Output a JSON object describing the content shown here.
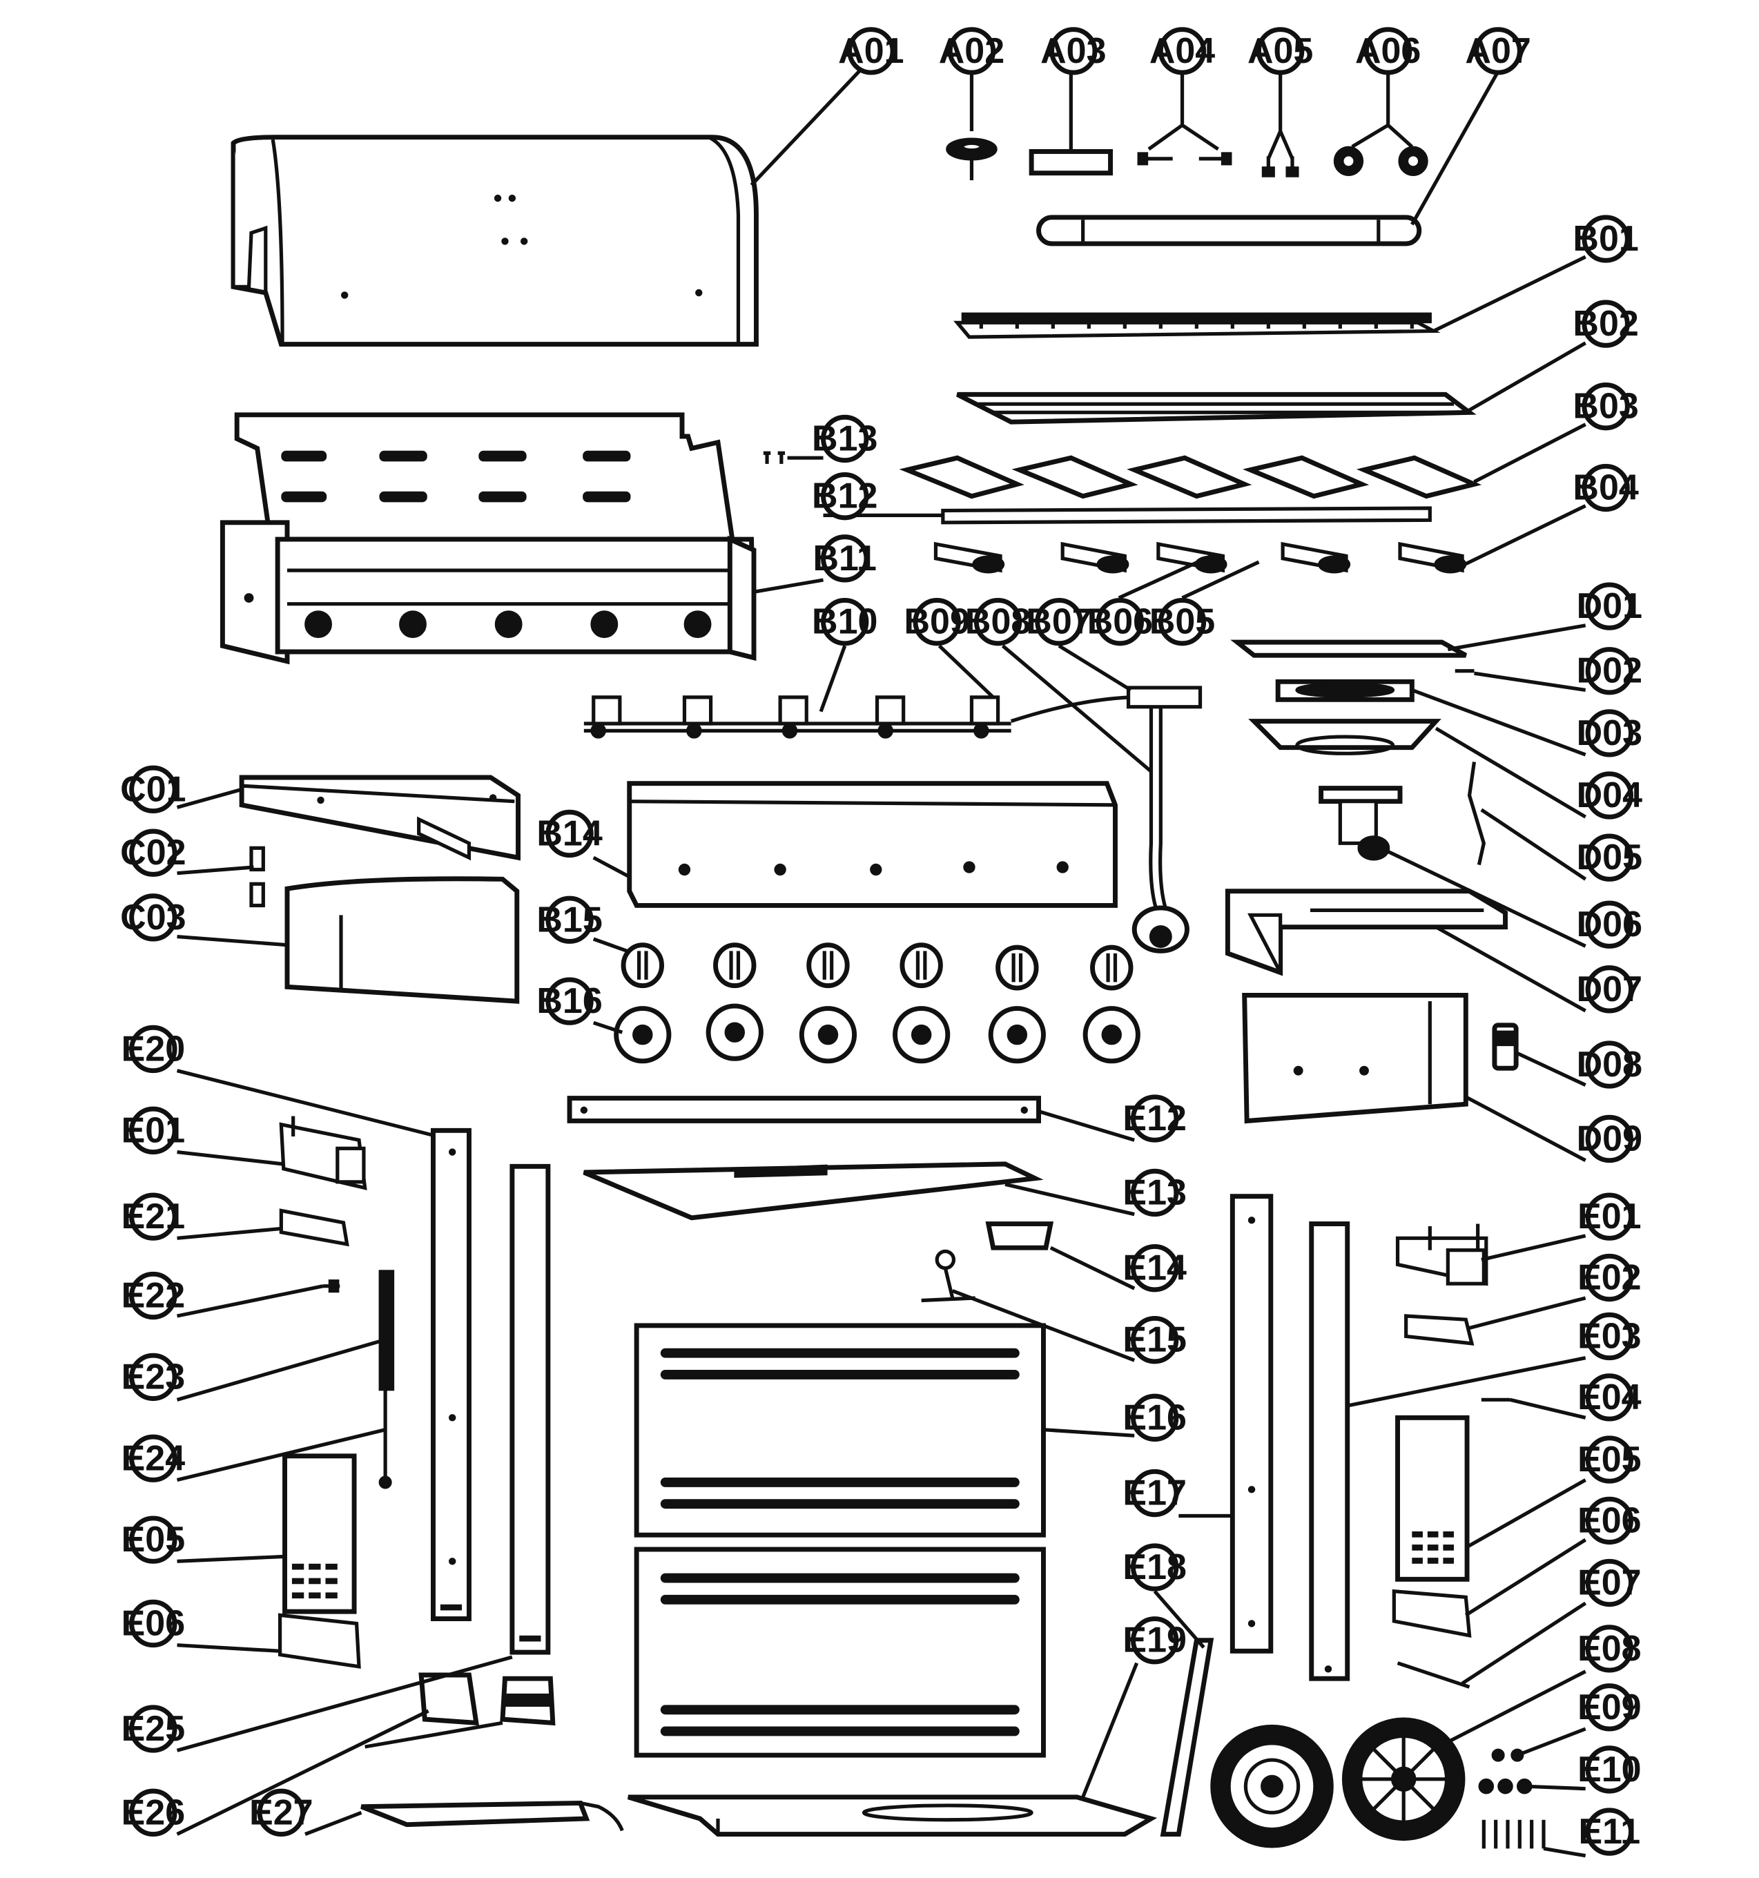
{
  "callouts": [
    {
      "id": "A01",
      "label": "A01"
    },
    {
      "id": "A02",
      "label": "A02"
    },
    {
      "id": "A03",
      "label": "A03"
    },
    {
      "id": "A04",
      "label": "A04"
    },
    {
      "id": "A05",
      "label": "A05"
    },
    {
      "id": "A06",
      "label": "A06"
    },
    {
      "id": "A07",
      "label": "A07"
    },
    {
      "id": "B01",
      "label": "B01"
    },
    {
      "id": "B02",
      "label": "B02"
    },
    {
      "id": "B03",
      "label": "B03"
    },
    {
      "id": "B04",
      "label": "B04"
    },
    {
      "id": "B05",
      "label": "B05"
    },
    {
      "id": "B06",
      "label": "B06"
    },
    {
      "id": "B07",
      "label": "B07"
    },
    {
      "id": "B08",
      "label": "B08"
    },
    {
      "id": "B09",
      "label": "B09"
    },
    {
      "id": "B10",
      "label": "B10"
    },
    {
      "id": "B11",
      "label": "B11"
    },
    {
      "id": "B12",
      "label": "B12"
    },
    {
      "id": "B13",
      "label": "B13"
    },
    {
      "id": "B14",
      "label": "B14"
    },
    {
      "id": "B15",
      "label": "B15"
    },
    {
      "id": "B16",
      "label": "B16"
    },
    {
      "id": "C01",
      "label": "C01"
    },
    {
      "id": "C02",
      "label": "C02"
    },
    {
      "id": "C03",
      "label": "C03"
    },
    {
      "id": "D01",
      "label": "D01"
    },
    {
      "id": "D02",
      "label": "D02"
    },
    {
      "id": "D03",
      "label": "D03"
    },
    {
      "id": "D04",
      "label": "D04"
    },
    {
      "id": "D05",
      "label": "D05"
    },
    {
      "id": "D06",
      "label": "D06"
    },
    {
      "id": "D07",
      "label": "D07"
    },
    {
      "id": "D08",
      "label": "D08"
    },
    {
      "id": "D09",
      "label": "D09"
    },
    {
      "id": "E20",
      "label": "E20"
    },
    {
      "id": "E01L",
      "label": "E01"
    },
    {
      "id": "E21",
      "label": "E21"
    },
    {
      "id": "E22",
      "label": "E22"
    },
    {
      "id": "E23",
      "label": "E23"
    },
    {
      "id": "E24",
      "label": "E24"
    },
    {
      "id": "E05L",
      "label": "E05"
    },
    {
      "id": "E06L",
      "label": "E06"
    },
    {
      "id": "E25",
      "label": "E25"
    },
    {
      "id": "E26",
      "label": "E26"
    },
    {
      "id": "E27",
      "label": "E27"
    },
    {
      "id": "E12",
      "label": "E12"
    },
    {
      "id": "E13",
      "label": "E13"
    },
    {
      "id": "E14",
      "label": "E14"
    },
    {
      "id": "E15",
      "label": "E15"
    },
    {
      "id": "E16",
      "label": "E16"
    },
    {
      "id": "E17",
      "label": "E17"
    },
    {
      "id": "E18",
      "label": "E18"
    },
    {
      "id": "E19",
      "label": "E19"
    },
    {
      "id": "E01R",
      "label": "E01"
    },
    {
      "id": "E02",
      "label": "E02"
    },
    {
      "id": "E03",
      "label": "E03"
    },
    {
      "id": "E04",
      "label": "E04"
    },
    {
      "id": "E05R",
      "label": "E05"
    },
    {
      "id": "E06R",
      "label": "E06"
    },
    {
      "id": "E07",
      "label": "E07"
    },
    {
      "id": "E08",
      "label": "E08"
    },
    {
      "id": "E09",
      "label": "E09"
    },
    {
      "id": "E10",
      "label": "E10"
    },
    {
      "id": "E11",
      "label": "E11"
    }
  ]
}
